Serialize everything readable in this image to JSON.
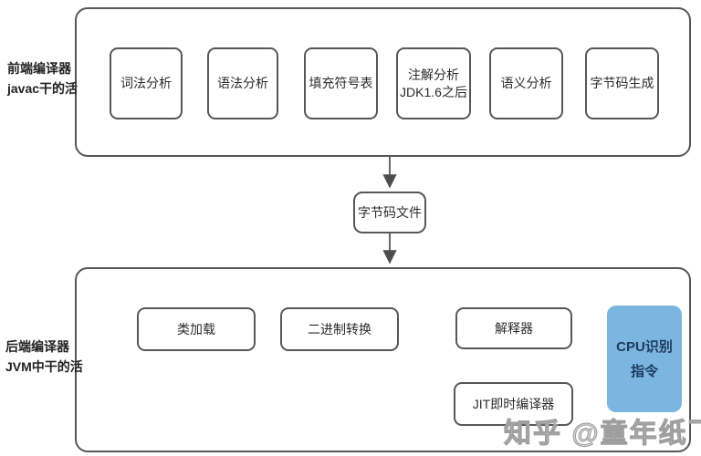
{
  "front": {
    "label_line1": "前端编译器",
    "label_line2": "javac干的活",
    "boxes": [
      {
        "label": "词法分析"
      },
      {
        "label": "语法分析"
      },
      {
        "label": "填充符号表"
      },
      {
        "label": "注解分析",
        "sublabel": "JDK1.6之后"
      },
      {
        "label": "语义分析"
      },
      {
        "label": "字节码生成"
      }
    ]
  },
  "bytecode": {
    "label": "字节码文件"
  },
  "back": {
    "label_line1": "后端编译器",
    "label_line2": "JVM中干的活",
    "class_loading": "类加载",
    "binary_conversion": "二进制转换",
    "interpreter": "解释器",
    "jit": "JIT即时编译器",
    "cpu_line1": "CPU识别",
    "cpu_line2": "指令"
  },
  "watermark": "知乎 @童年纸飞机",
  "colors": {
    "box_border": "#575757",
    "arrow": "#4d4d4d",
    "cpu_fill": "#7ab6e0",
    "cpu_text": "#1f3a5c",
    "watermark_gray": "#9e9e9e"
  }
}
